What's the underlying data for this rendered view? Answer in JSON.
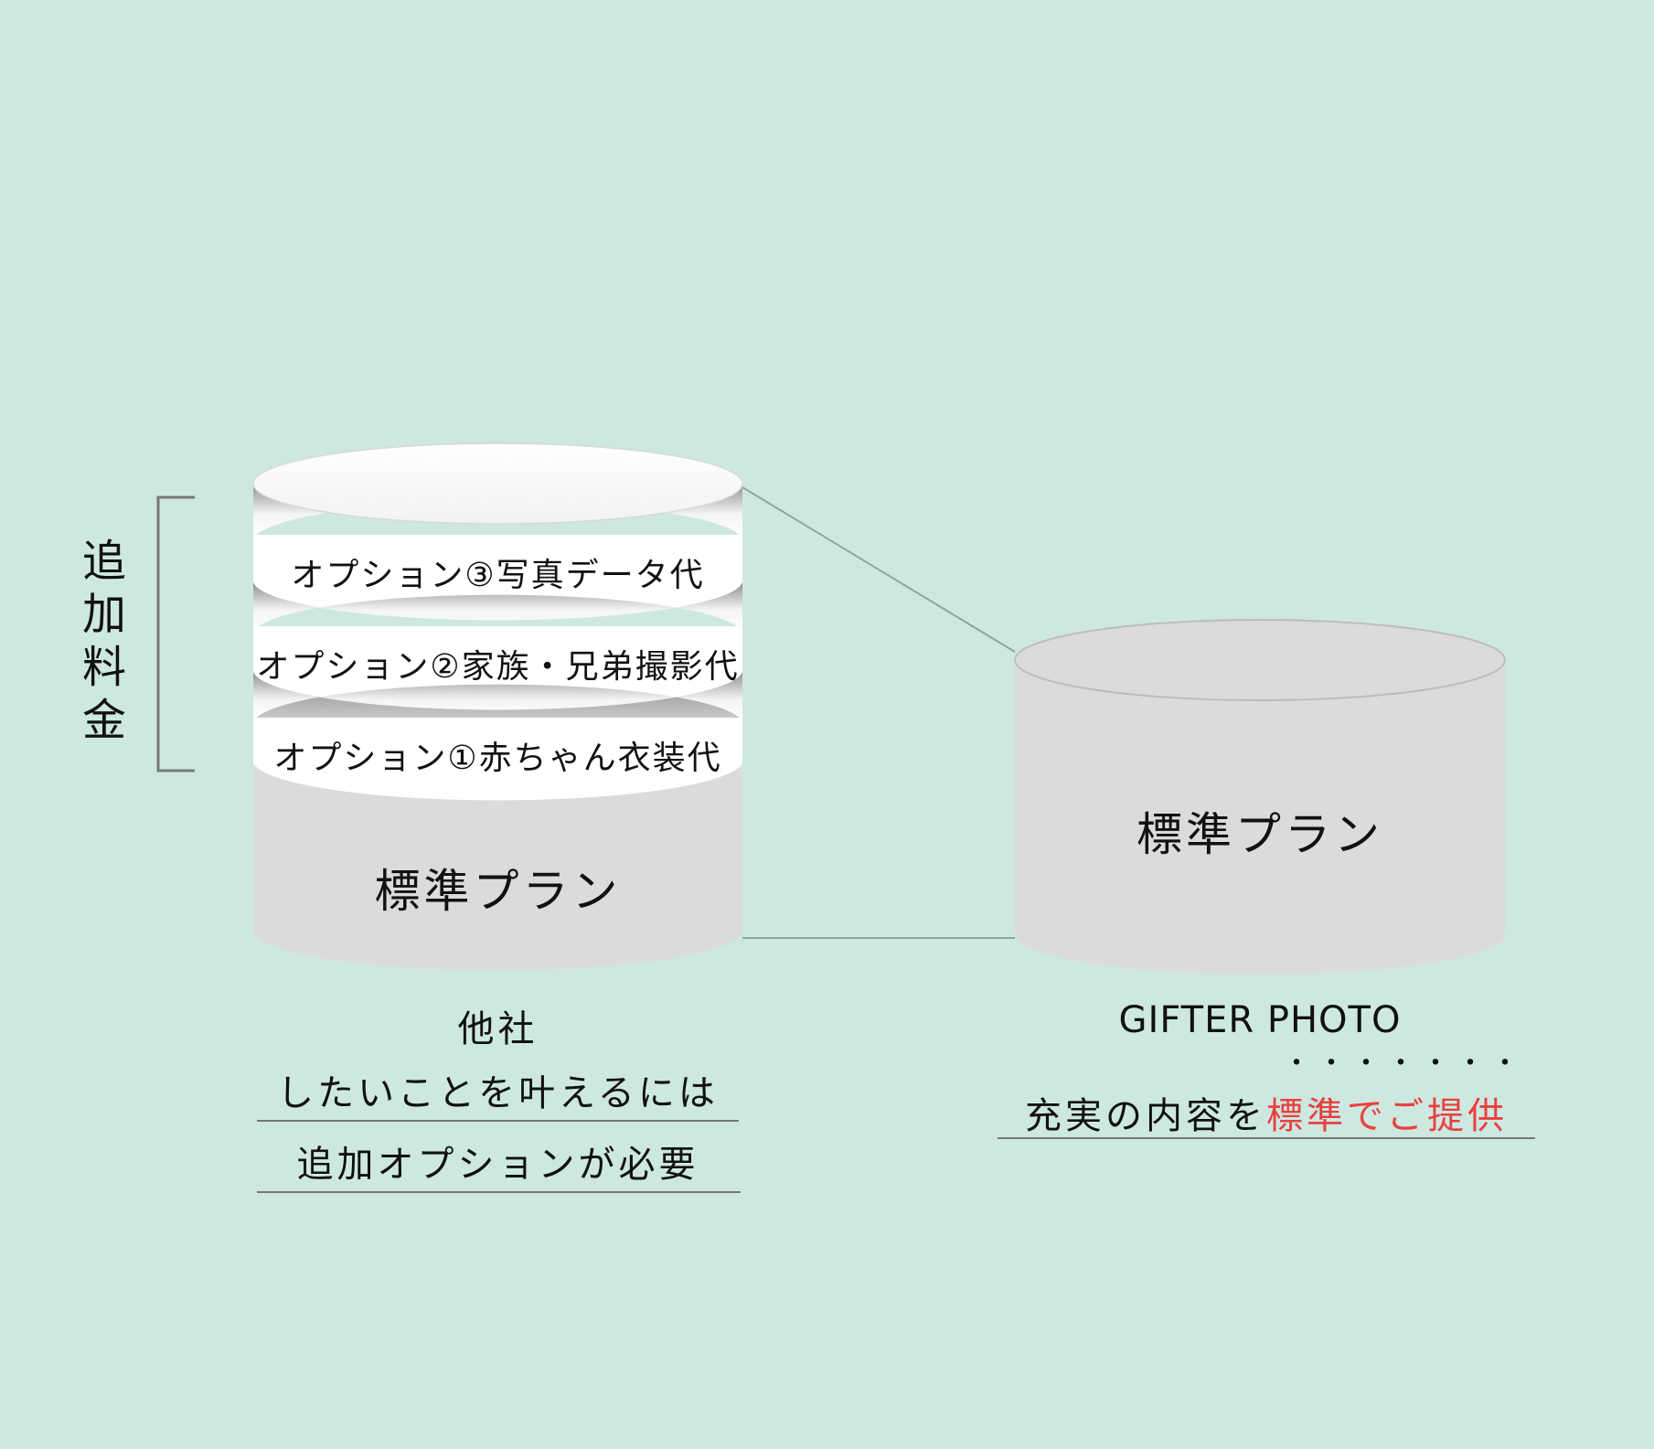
{
  "left_stack": {
    "bracket_label": [
      "追",
      "加",
      "料",
      "金"
    ],
    "layers": [
      {
        "label": "オプション③写真データ代"
      },
      {
        "label": "オプション②家族・兄弟撮影代"
      },
      {
        "label": "オプション①赤ちゃん衣装代"
      }
    ],
    "base_label": "標準プラン",
    "caption": {
      "title": "他社",
      "line1": "したいことを叶えるには",
      "line2": "追加オプションが必要"
    }
  },
  "right_stack": {
    "base_label": "標準プラン",
    "caption": {
      "title": "GIFTER PHOTO",
      "line_normal": "充実の内容を",
      "line_highlight": "標準でご提供",
      "emphasis_dots": 7
    }
  },
  "colors": {
    "background": "#cde8e1",
    "cylinder_gray": "#dcdbdb",
    "highlight": "#e8413e"
  }
}
